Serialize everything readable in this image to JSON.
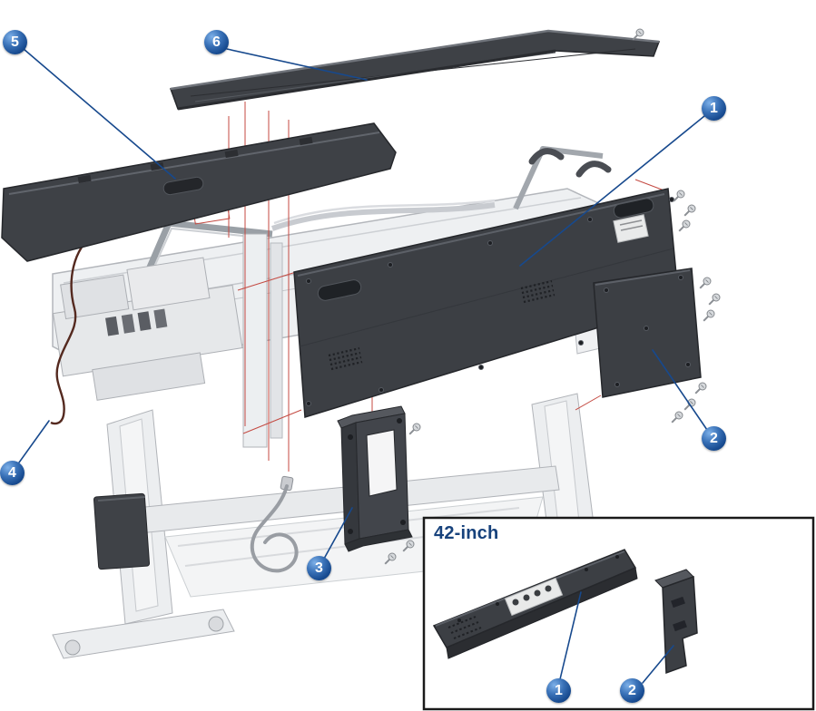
{
  "figure": {
    "type": "exploded-parts-diagram",
    "callouts": [
      {
        "label": "5"
      },
      {
        "label": "6"
      },
      {
        "label": "1"
      },
      {
        "label": "2"
      },
      {
        "label": "4"
      },
      {
        "label": "3"
      }
    ],
    "inset": {
      "title": "42-inch",
      "callouts": [
        {
          "label": "1"
        },
        {
          "label": "2"
        }
      ]
    },
    "colors": {
      "callout_badge": "#1d4f94",
      "leader_line": "#17498d",
      "assembly_line_red": "#c44a42",
      "panel_dark": "#3c3f44",
      "body_light": "#eef0f2",
      "inset_border": "#1a1a1a",
      "inset_title": "#17427c"
    }
  }
}
